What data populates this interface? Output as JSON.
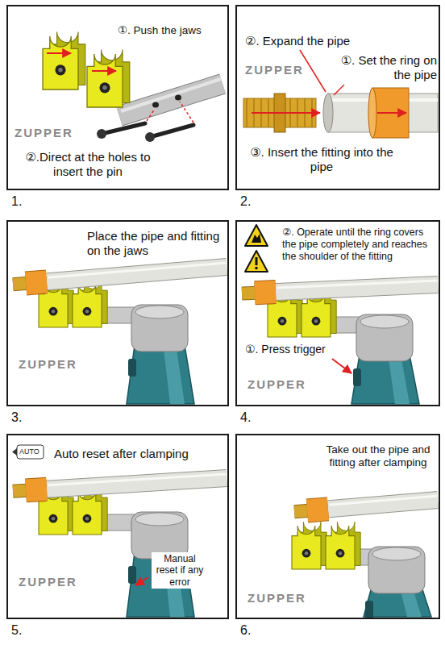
{
  "diagram": {
    "nodes": [
      {
        "text": [
          "①. Push the jaws",
          "②.Direct at the holes to insert the pin",
          "1."
        ]
      },
      {
        "text": [
          "②. Expand the pipe",
          "①. Set the ring on the pipe",
          "③. Insert the fitting into the pipe",
          "2."
        ]
      },
      {
        "text": [
          "Place the pipe and fitting on the jaws",
          "3."
        ]
      },
      {
        "text": [
          "②. Operate until the ring covers the pipe completely and reaches the shoulder of the fitting",
          "①. Press trigger",
          "4."
        ]
      },
      {
        "text": [
          "Auto reset after clamping",
          "Manual reset if any error",
          "5."
        ]
      },
      {
        "text": [
          "Take out the pipe and fitting after clamping",
          "6."
        ]
      }
    ],
    "labels": [
      "ZUPPER",
      "ZUPPER",
      "ZUPPER",
      "ZUPPER",
      "AUTO",
      "ZUPPER",
      "ZUPPER"
    ]
  }
}
